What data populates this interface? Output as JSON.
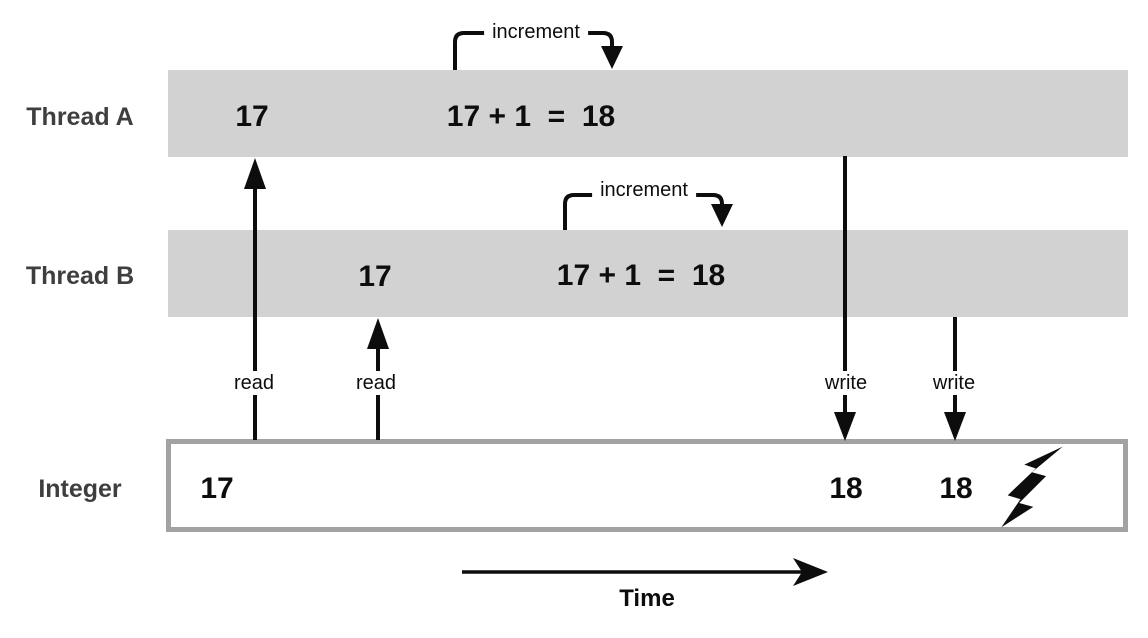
{
  "rows": {
    "thread_a": {
      "label": "Thread A",
      "read_value": "17",
      "expression": "17 + 1  =  18",
      "annotation": "increment"
    },
    "thread_b": {
      "label": "Thread B",
      "read_value": "17",
      "expression": "17 + 1  =  18",
      "annotation": "increment"
    },
    "integer": {
      "label": "Integer",
      "values": [
        "17",
        "18",
        "18"
      ]
    }
  },
  "arrows": {
    "read_a": "read",
    "read_b": "read",
    "write_a": "write",
    "write_b": "write"
  },
  "time_axis": {
    "label": "Time"
  },
  "icons": {
    "conflict_icon": "lightning-bolt"
  },
  "colors": {
    "thread_bar": "#d2d2d2",
    "integer_box_border": "#a2a2a2",
    "row_label_text": "#3e3e3e",
    "ink": "#0d0d0d",
    "background": "#ffffff"
  }
}
